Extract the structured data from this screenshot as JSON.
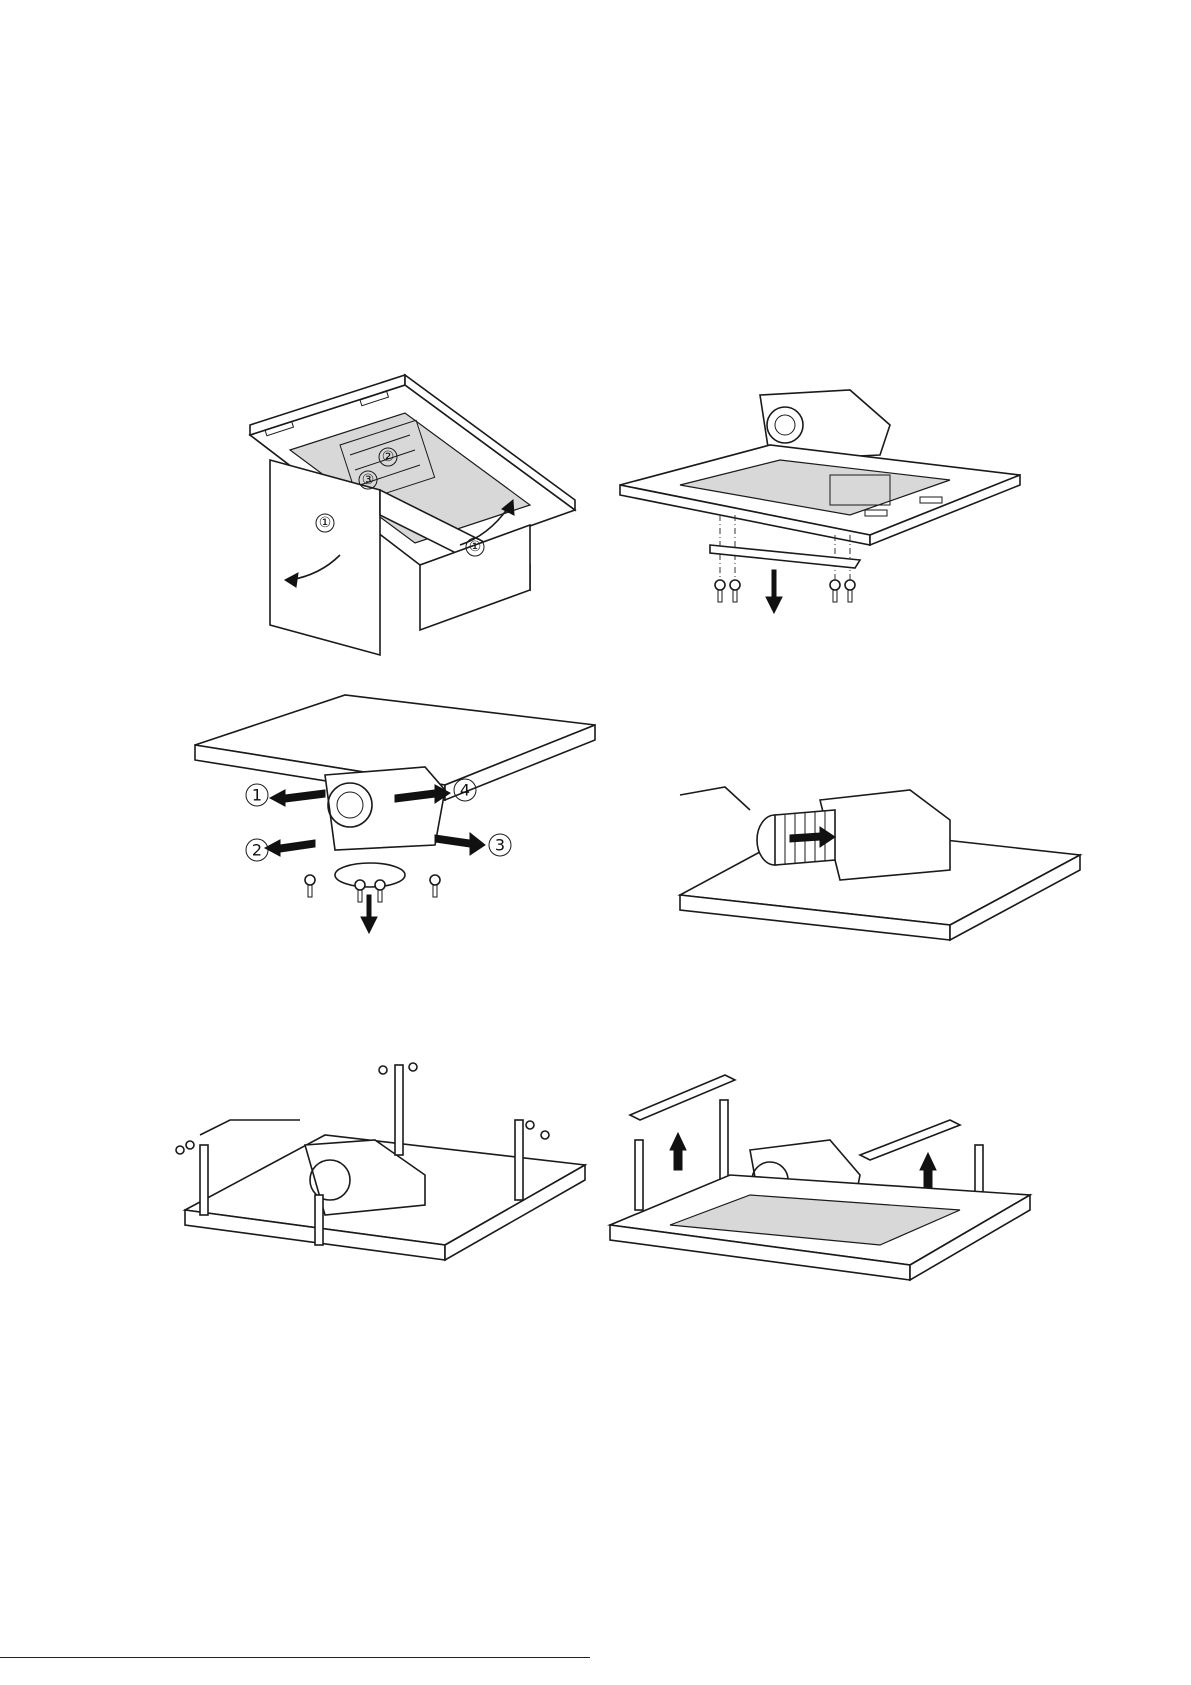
{
  "figures": [
    {
      "id": "fig1",
      "callouts": [
        "①",
        "①",
        "②",
        "③"
      ]
    },
    {
      "id": "fig2",
      "callouts": []
    },
    {
      "id": "fig3",
      "callouts": [
        "1",
        "2",
        "3",
        "4"
      ]
    },
    {
      "id": "fig4",
      "callouts": []
    },
    {
      "id": "fig5",
      "callouts": []
    },
    {
      "id": "fig6",
      "callouts": []
    }
  ]
}
